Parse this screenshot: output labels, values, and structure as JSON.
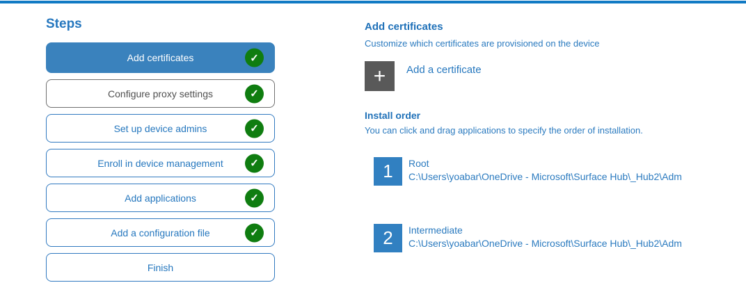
{
  "colors": {
    "top_accent": "#117ac4",
    "active_step_bg": "#3a82bd",
    "step_border_blue": "#3079c0",
    "step_text_blue": "#2577be",
    "hover_step_border": "#6f6f6f",
    "check_green": "#0f7d10",
    "order_tile_blue": "#3180c1",
    "plus_tile_gray": "#595959",
    "heading_blue": "#1e70b8",
    "body_blue": "#2a7abf"
  },
  "icons": {
    "check": "✓",
    "plus": "+"
  },
  "steps_panel": {
    "title": "Steps",
    "items": [
      {
        "label": "Add certificates",
        "state": "active",
        "checked": true
      },
      {
        "label": "Configure proxy settings",
        "state": "hover",
        "checked": true
      },
      {
        "label": "Set up device admins",
        "state": "normal",
        "checked": true
      },
      {
        "label": "Enroll in device management",
        "state": "normal",
        "checked": true
      },
      {
        "label": "Add applications",
        "state": "normal",
        "checked": true
      },
      {
        "label": "Add a configuration file",
        "state": "normal",
        "checked": true
      },
      {
        "label": "Finish",
        "state": "normal",
        "checked": false
      }
    ]
  },
  "content": {
    "title": "Add certificates",
    "subtitle": "Customize which certificates are provisioned on the device",
    "add_certificate_label": "Add a certificate",
    "install_order": {
      "title": "Install order",
      "description": "You can click and drag applications to specify the order of installation.",
      "items": [
        {
          "number": "1",
          "name": "Root",
          "path": "C:\\Users\\yoabar\\OneDrive - Microsoft\\Surface Hub\\_Hub2\\Adm"
        },
        {
          "number": "2",
          "name": "Intermediate",
          "path": "C:\\Users\\yoabar\\OneDrive - Microsoft\\Surface Hub\\_Hub2\\Adm"
        }
      ]
    }
  }
}
